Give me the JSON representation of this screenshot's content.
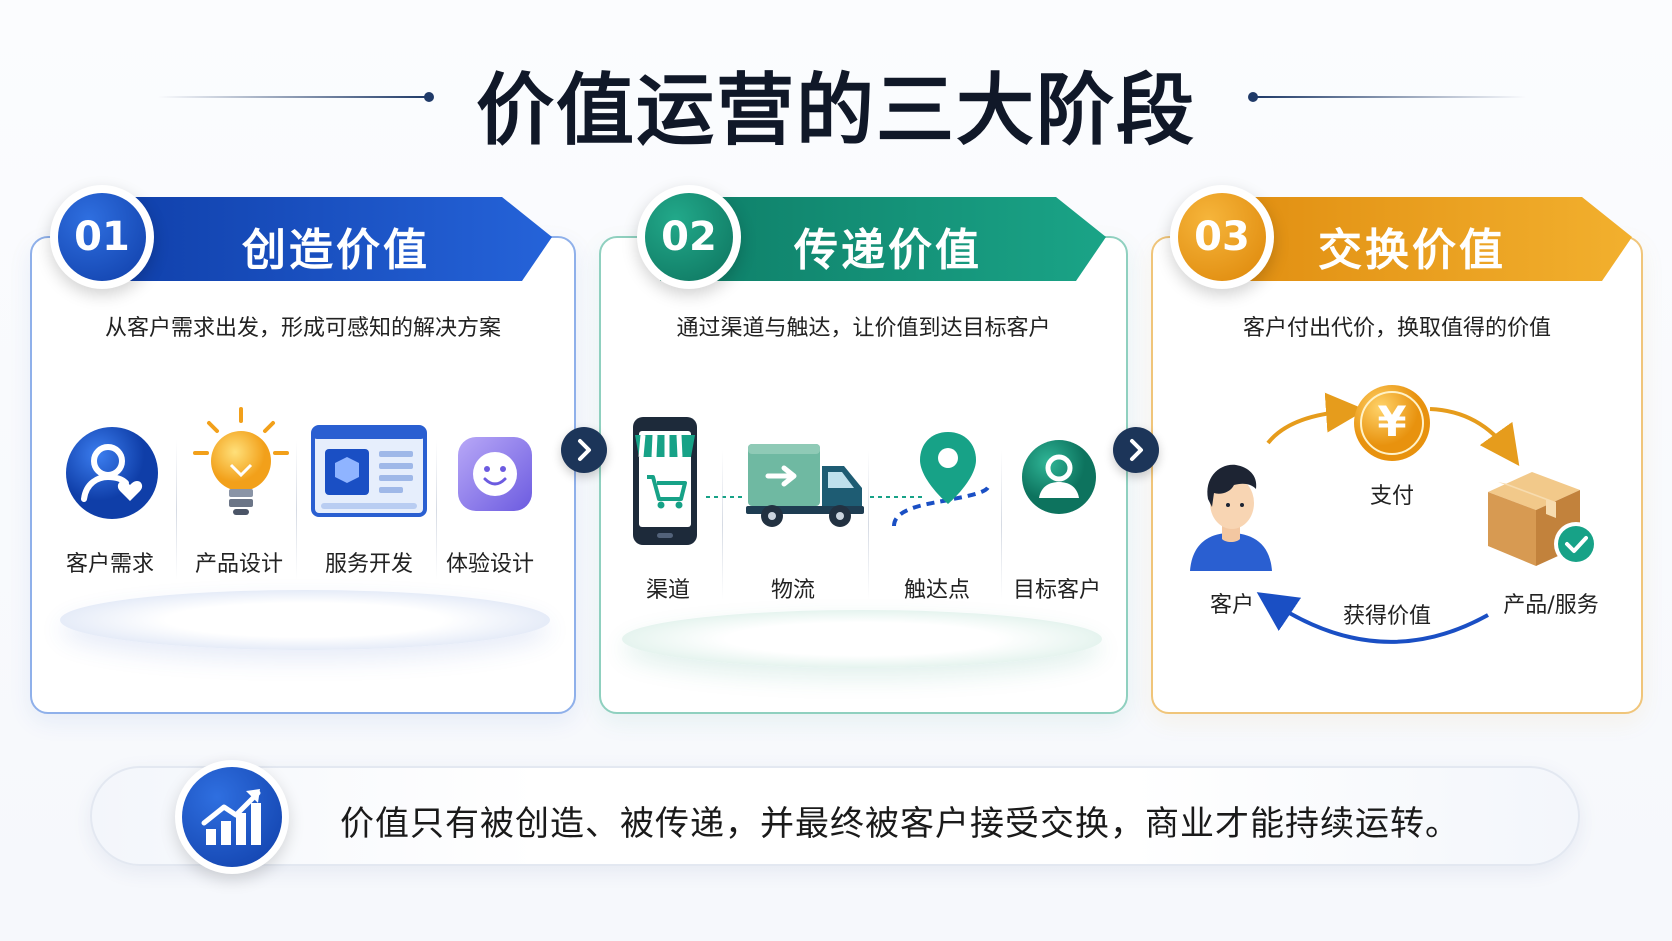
{
  "title": "价值运营的三大阶段",
  "colors": {
    "blue": "#1947b3",
    "green": "#159177",
    "orange": "#e69c1c",
    "dark": "#1c3559"
  },
  "stages": [
    {
      "number": "01",
      "title": "创造价值",
      "subtitle": "从客户需求出发，形成可感知的解决方案",
      "items": [
        {
          "label": "客户需求",
          "icon": "user-heart-icon"
        },
        {
          "label": "产品设计",
          "icon": "lightbulb-icon"
        },
        {
          "label": "服务开发",
          "icon": "dev-window-icon"
        },
        {
          "label": "体验设计",
          "icon": "smiley-icon"
        }
      ]
    },
    {
      "number": "02",
      "title": "传递价值",
      "subtitle": "通过渠道与触达，让价值到达目标客户",
      "items": [
        {
          "label": "渠道",
          "icon": "shop-phone-icon"
        },
        {
          "label": "物流",
          "icon": "truck-icon"
        },
        {
          "label": "触达点",
          "icon": "map-pin-icon"
        },
        {
          "label": "目标客户",
          "icon": "user-circle-icon"
        }
      ]
    },
    {
      "number": "03",
      "title": "交换价值",
      "subtitle": "客户付出代价，换取值得的价值",
      "customer": "客户",
      "payment": "支付",
      "currency": "¥",
      "product": "产品/服务",
      "gain": "获得价值"
    }
  ],
  "conclusion": "价值只有被创造、被传递，并最终被客户接受交换，商业才能持续运转。"
}
